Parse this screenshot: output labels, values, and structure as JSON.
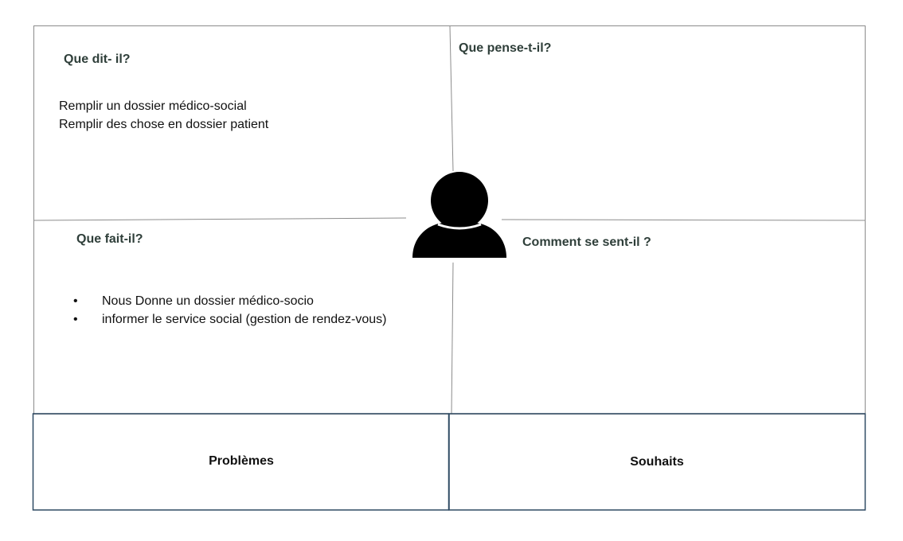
{
  "quadrants": {
    "says": {
      "heading": "Que dit- il?",
      "lines": [
        "Remplir un dossier médico-social",
        "Remplir des chose en dossier patient"
      ]
    },
    "thinks": {
      "heading": "Que pense-t-il?"
    },
    "does": {
      "heading": "Que fait-il?",
      "bullets": [
        "Nous Donne un dossier médico-socio",
        "informer le service social (gestion de rendez-vous)"
      ]
    },
    "feels": {
      "heading": "Comment se sent-il ?"
    }
  },
  "bottom": {
    "problems": "Problèmes",
    "wishes": "Souhaits"
  },
  "center_icon": "person-icon",
  "colors": {
    "grid_line": "#8c8c8c",
    "bottom_border": "#2f4a63",
    "heading": "#2f3f3a",
    "icon": "#000000"
  }
}
